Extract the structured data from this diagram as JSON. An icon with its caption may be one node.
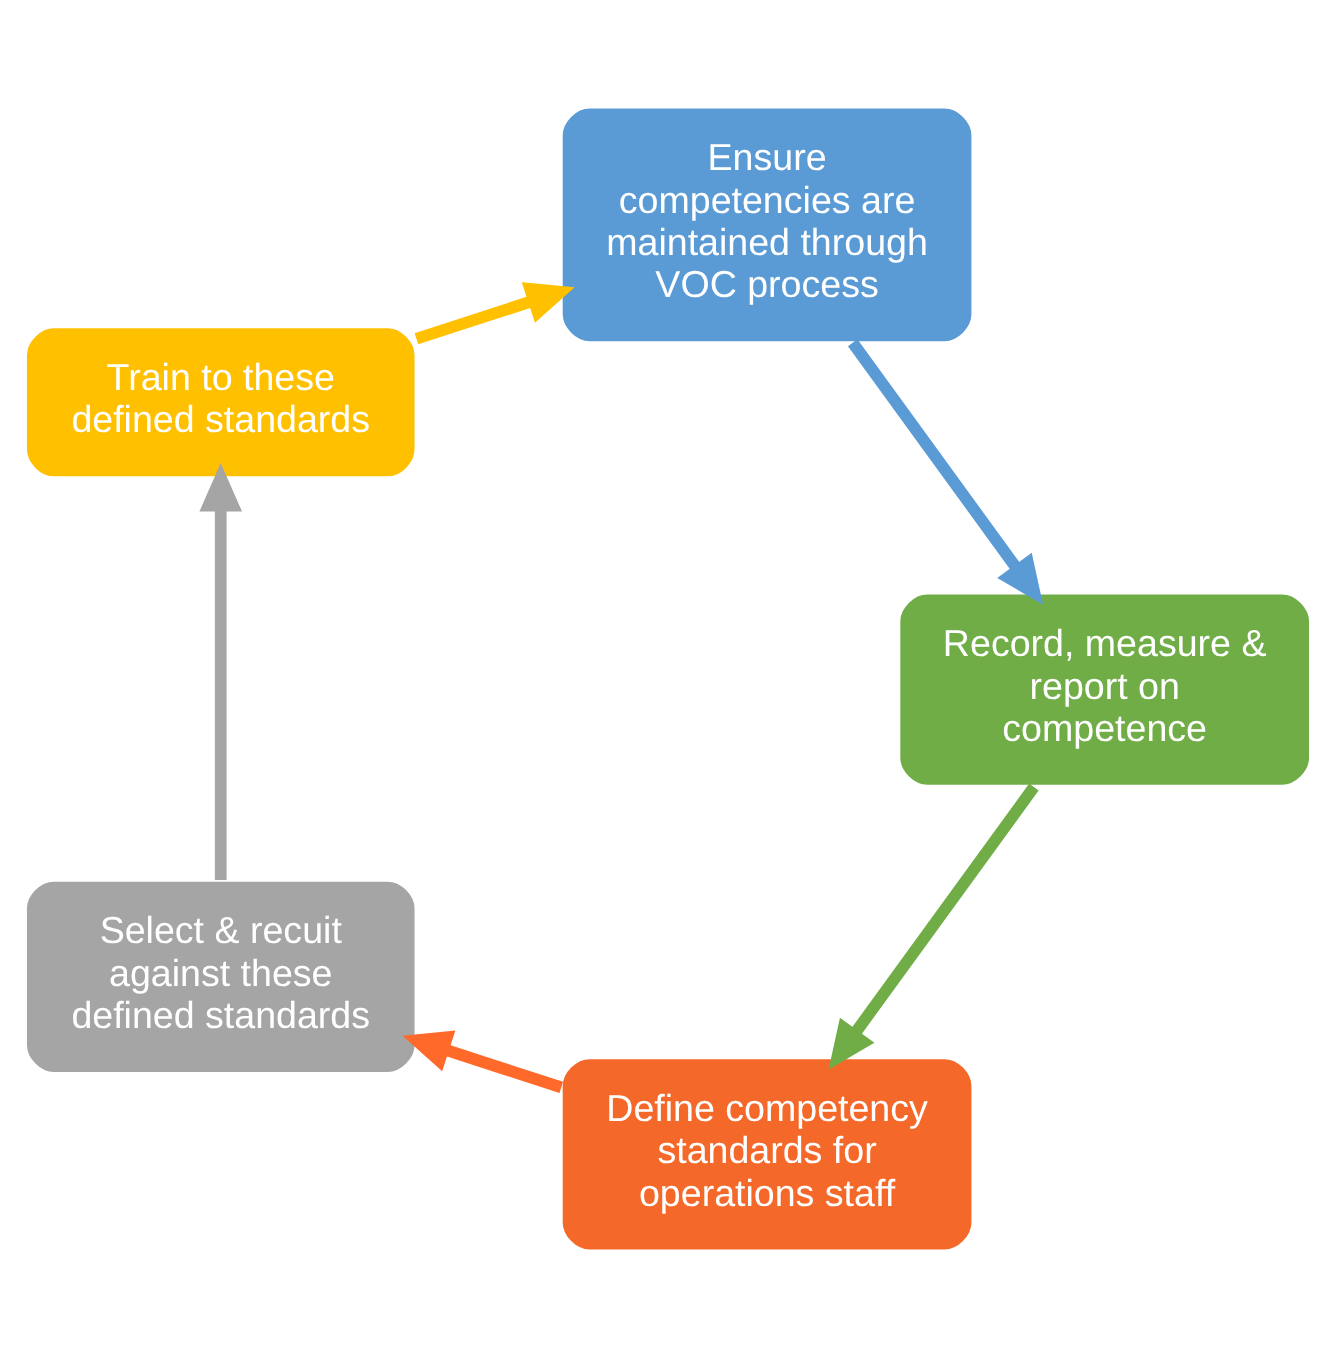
{
  "diagram": {
    "nodes": [
      {
        "text": [
          "Define competency standards for operations staff"
        ]
      },
      {
        "text": [
          "Select & recuit against these defined standards"
        ]
      },
      {
        "text": [
          "Train to these defined standards"
        ]
      },
      {
        "text": [
          "Ensure competencies are maintained through VOC process"
        ]
      },
      {
        "text": [
          "Record, measure & report on competence"
        ]
      }
    ],
    "edges": [
      {
        "from": 0,
        "to": 1,
        "arrow": "to",
        "color": "#ff6a2b"
      },
      {
        "from": 1,
        "to": 2,
        "arrow": "to",
        "color": "#a5a5a5"
      },
      {
        "from": 2,
        "to": 3,
        "arrow": "to",
        "color": "#ffc000"
      },
      {
        "from": 3,
        "to": 4,
        "arrow": "to",
        "color": "#5b9bd5"
      },
      {
        "from": 4,
        "to": 0,
        "arrow": "to",
        "color": "#70ad47"
      }
    ]
  }
}
